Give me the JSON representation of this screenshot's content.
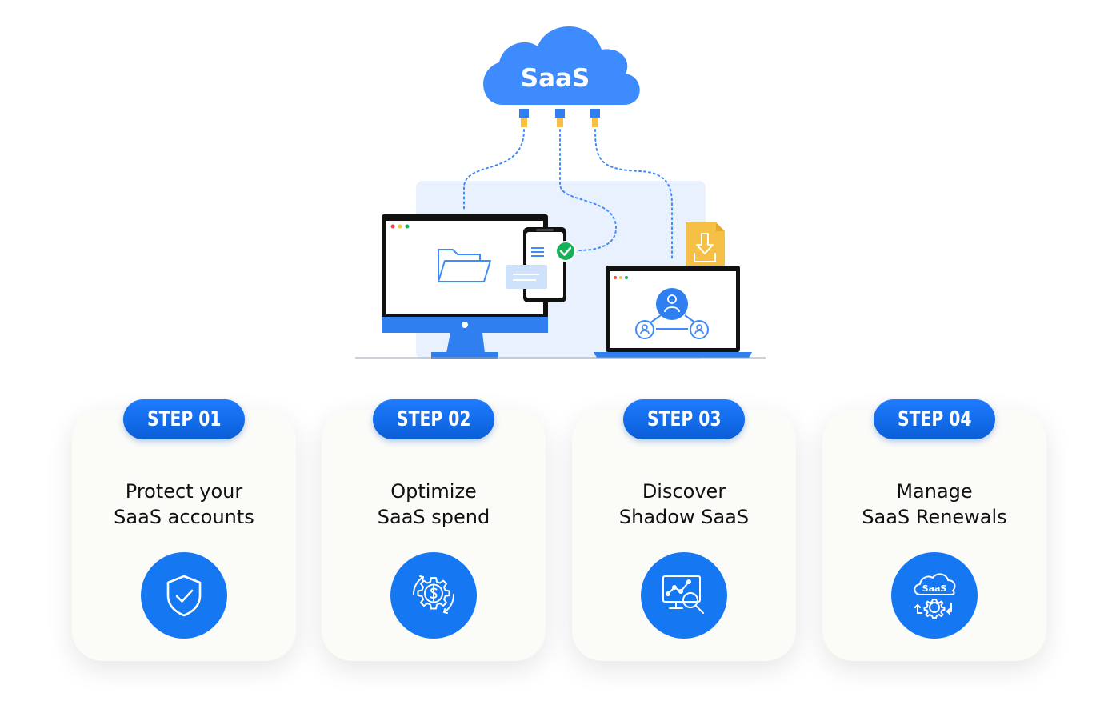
{
  "hero": {
    "cloud_label": "SaaS"
  },
  "steps": [
    {
      "badge": "STEP 01",
      "title_line1": "Protect your",
      "title_line2": "SaaS accounts",
      "icon": "shield-check-icon"
    },
    {
      "badge": "STEP 02",
      "title_line1": "Optimize",
      "title_line2": "SaaS spend",
      "icon": "dollar-gear-icon"
    },
    {
      "badge": "STEP 03",
      "title_line1": "Discover",
      "title_line2": "Shadow SaaS",
      "icon": "analytics-search-icon"
    },
    {
      "badge": "STEP 04",
      "title_line1": "Manage",
      "title_line2": "SaaS Renewals",
      "icon": "saas-cloud-renew-icon"
    }
  ],
  "step4_icon_text": "SaaS",
  "colors": {
    "primary_blue": "#1677f2",
    "cloud_blue": "#3d8bfd",
    "card_bg": "#fbfbf8",
    "accent_yellow": "#f6c047",
    "check_green": "#18b15a"
  }
}
